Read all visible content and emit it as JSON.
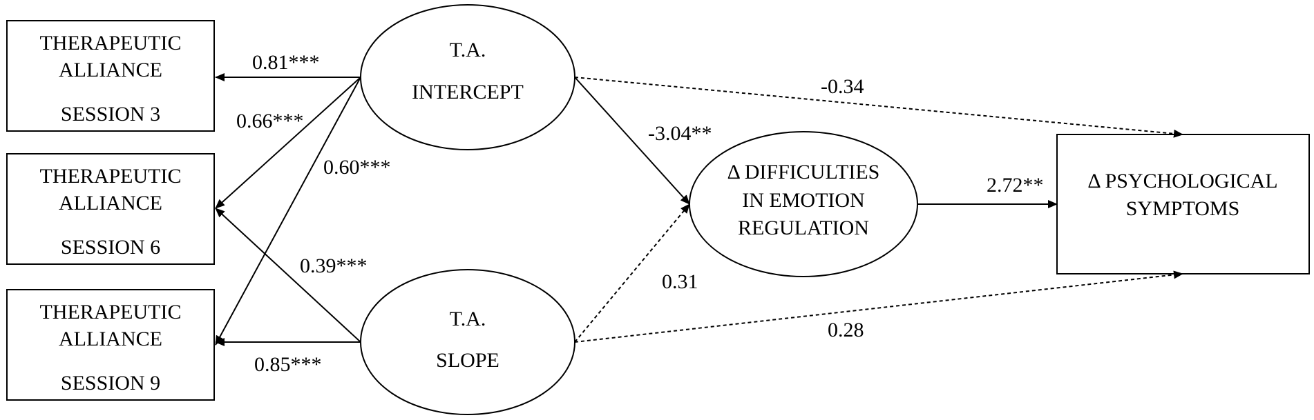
{
  "nodes": {
    "ta_session3": {
      "line1": "THERAPEUTIC",
      "line2": "ALLIANCE",
      "line3": "SESSION 3"
    },
    "ta_session6": {
      "line1": "THERAPEUTIC",
      "line2": "ALLIANCE",
      "line3": "SESSION 6"
    },
    "ta_session9": {
      "line1": "THERAPEUTIC",
      "line2": "ALLIANCE",
      "line3": "SESSION 9"
    },
    "ta_intercept": {
      "line1": "T.A.",
      "line2": "INTERCEPT"
    },
    "ta_slope": {
      "line1": "T.A.",
      "line2": "SLOPE"
    },
    "difficulties": {
      "line1": "Δ DIFFICULTIES",
      "line2": "IN EMOTION",
      "line3": "REGULATION"
    },
    "symptoms": {
      "line1": "Δ PSYCHOLOGICAL",
      "line2": "SYMPTOMS"
    }
  },
  "paths": {
    "intercept_s3": "0.81***",
    "intercept_s6": "0.66***",
    "intercept_s9": "0.60***",
    "slope_s6": "0.39***",
    "slope_s9": "0.85***",
    "intercept_difficulties": "-3.04**",
    "slope_difficulties": "0.31",
    "intercept_symptoms": "-0.34",
    "slope_symptoms": "0.28",
    "difficulties_symptoms": "2.72**"
  },
  "path_significance": {
    "intercept_difficulties": "solid",
    "slope_difficulties": "dashed",
    "intercept_symptoms": "dashed",
    "slope_symptoms": "dashed",
    "difficulties_symptoms": "solid"
  }
}
